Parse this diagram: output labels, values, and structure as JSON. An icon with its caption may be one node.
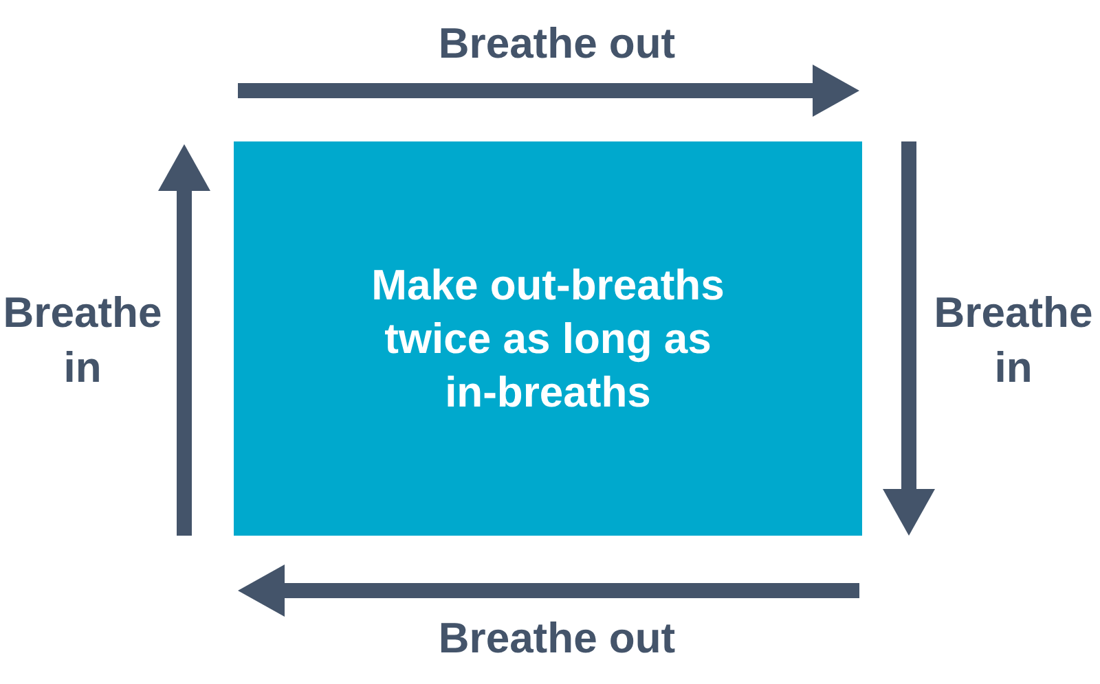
{
  "diagram": {
    "nodes": [
      {
        "text": [
          "Make out-breaths twice as long as in-breaths"
        ]
      }
    ],
    "labels": [
      "Breathe out",
      "Breathe in",
      "Breathe in",
      "Breathe out"
    ]
  }
}
